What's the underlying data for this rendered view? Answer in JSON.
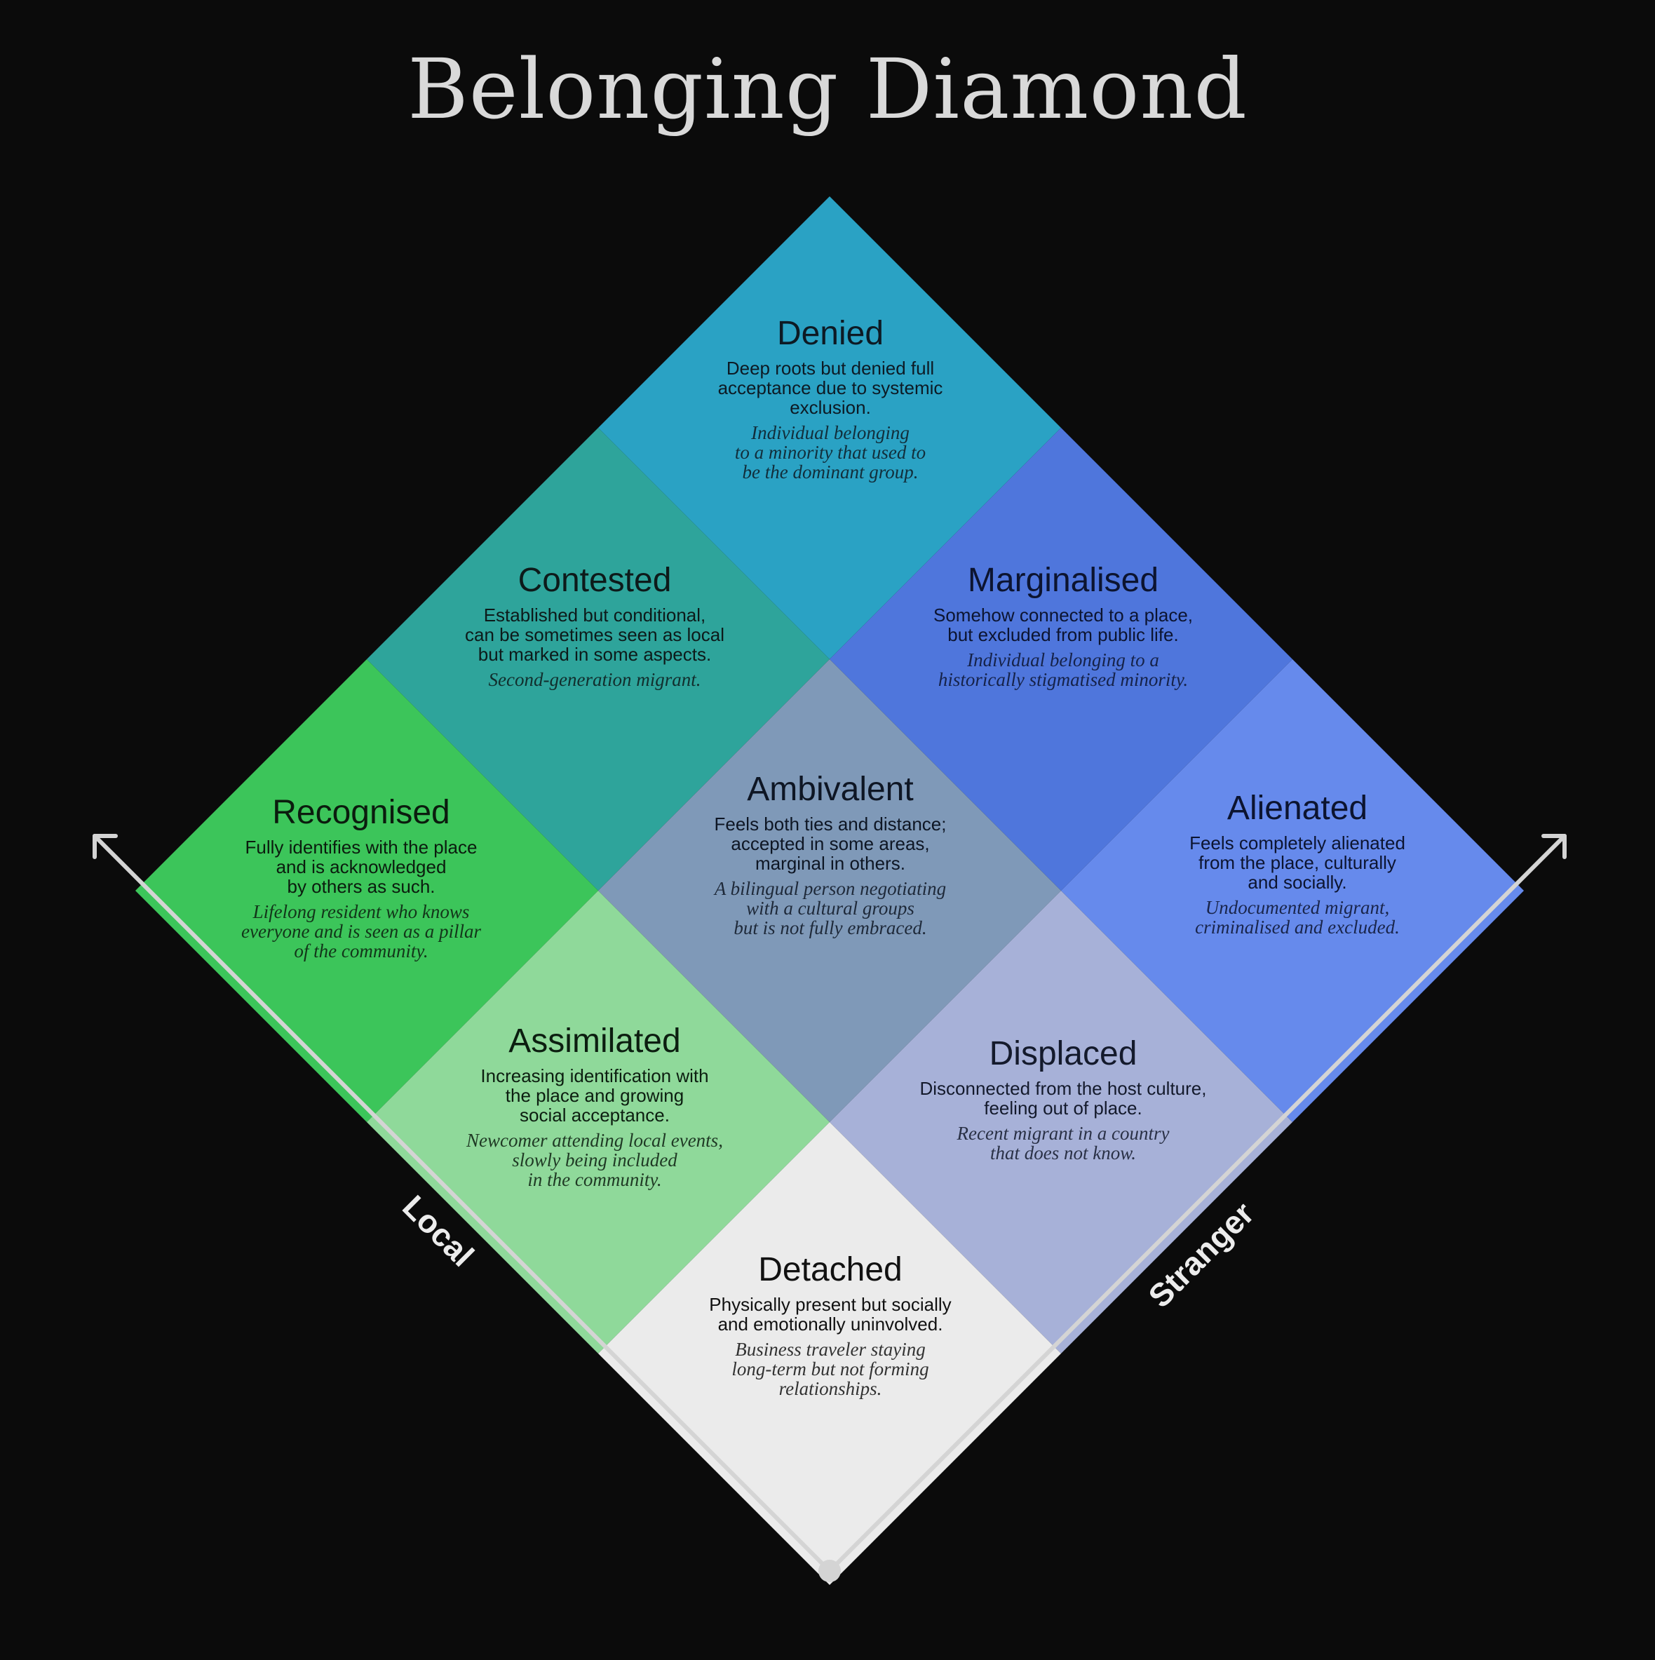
{
  "title": "Belonging Diamond",
  "axes": {
    "left": "Local",
    "right": "Stranger"
  },
  "colors": {
    "background": "#0b0b0b",
    "denied": "#2aa2c4",
    "contested": "#2ea49b",
    "marginalised": "#4f76dc",
    "recognised": "#3cc55a",
    "ambivalent": "#7f99b8",
    "alienated": "#668aec",
    "assimilated": "#8fd99a",
    "displaced": "#a7b1d8",
    "detached": "#ebebeb"
  },
  "cells": [
    {
      "id": "denied",
      "name": "Denied",
      "description": "Deep roots but denied full\nacceptance due to systemic\nexclusion.",
      "example": "Individual belonging\nto a minority that used to\nbe the dominant group."
    },
    {
      "id": "contested",
      "name": "Contested",
      "description": "Established but conditional,\ncan be sometimes seen as local\nbut marked in some aspects.",
      "example": "Second-generation migrant."
    },
    {
      "id": "marginalised",
      "name": "Marginalised",
      "description": "Somehow connected to a place,\nbut excluded from public life.",
      "example": "Individual belonging to a\nhistorically stigmatised minority."
    },
    {
      "id": "recognised",
      "name": "Recognised",
      "description": "Fully identifies with the place\nand is acknowledged\nby others as such.",
      "example": "Lifelong resident who knows\neveryone and is seen as a pillar\nof the community."
    },
    {
      "id": "ambivalent",
      "name": "Ambivalent",
      "description": "Feels both ties and distance;\naccepted in some areas,\nmarginal in others.",
      "example": "A bilingual person negotiating\nwith a cultural groups\nbut is not fully embraced."
    },
    {
      "id": "alienated",
      "name": "Alienated",
      "description": "Feels completely alienated\nfrom the place, culturally\nand socially.",
      "example": "Undocumented migrant,\ncriminalised and excluded."
    },
    {
      "id": "assimilated",
      "name": "Assimilated",
      "description": "Increasing identification with\nthe place and growing\nsocial acceptance.",
      "example": "Newcomer attending local events,\nslowly being included\nin the community."
    },
    {
      "id": "displaced",
      "name": "Displaced",
      "description": "Disconnected from the host culture,\nfeeling out of place.",
      "example": "Recent migrant in a country\nthat does not know."
    },
    {
      "id": "detached",
      "name": "Detached",
      "description": "Physically present but socially\nand emotionally uninvolved.",
      "example": "Business traveler staying\nlong-term but not forming\nrelationships."
    }
  ]
}
